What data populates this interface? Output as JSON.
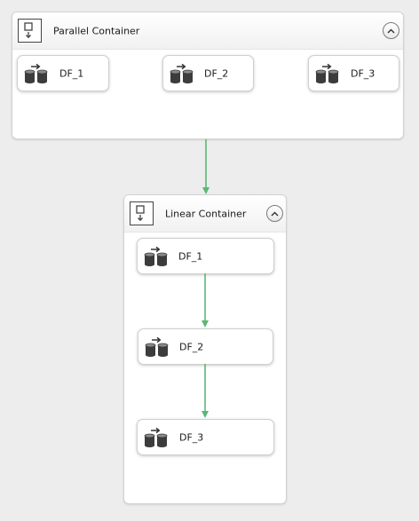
{
  "colors": {
    "connector": "#5cb774",
    "canvas": "#ededed",
    "container_border": "#d2d2d2"
  },
  "parallel_container": {
    "title": "Parallel Container",
    "icon": "sequence-container-icon",
    "collapse_icon": "chevron-up-icon",
    "tasks": [
      {
        "label": "DF_1",
        "icon": "data-flow-task-icon"
      },
      {
        "label": "DF_2",
        "icon": "data-flow-task-icon"
      },
      {
        "label": "DF_3",
        "icon": "data-flow-task-icon"
      }
    ]
  },
  "linear_container": {
    "title": "Linear Container",
    "icon": "sequence-container-icon",
    "collapse_icon": "chevron-up-icon",
    "tasks": [
      {
        "label": "DF_1",
        "icon": "data-flow-task-icon"
      },
      {
        "label": "DF_2",
        "icon": "data-flow-task-icon"
      },
      {
        "label": "DF_3",
        "icon": "data-flow-task-icon"
      }
    ]
  },
  "connectors": [
    {
      "from": "Parallel Container",
      "to": "Linear Container"
    },
    {
      "from": "DF_1",
      "to": "DF_2"
    },
    {
      "from": "DF_2",
      "to": "DF_3"
    }
  ]
}
